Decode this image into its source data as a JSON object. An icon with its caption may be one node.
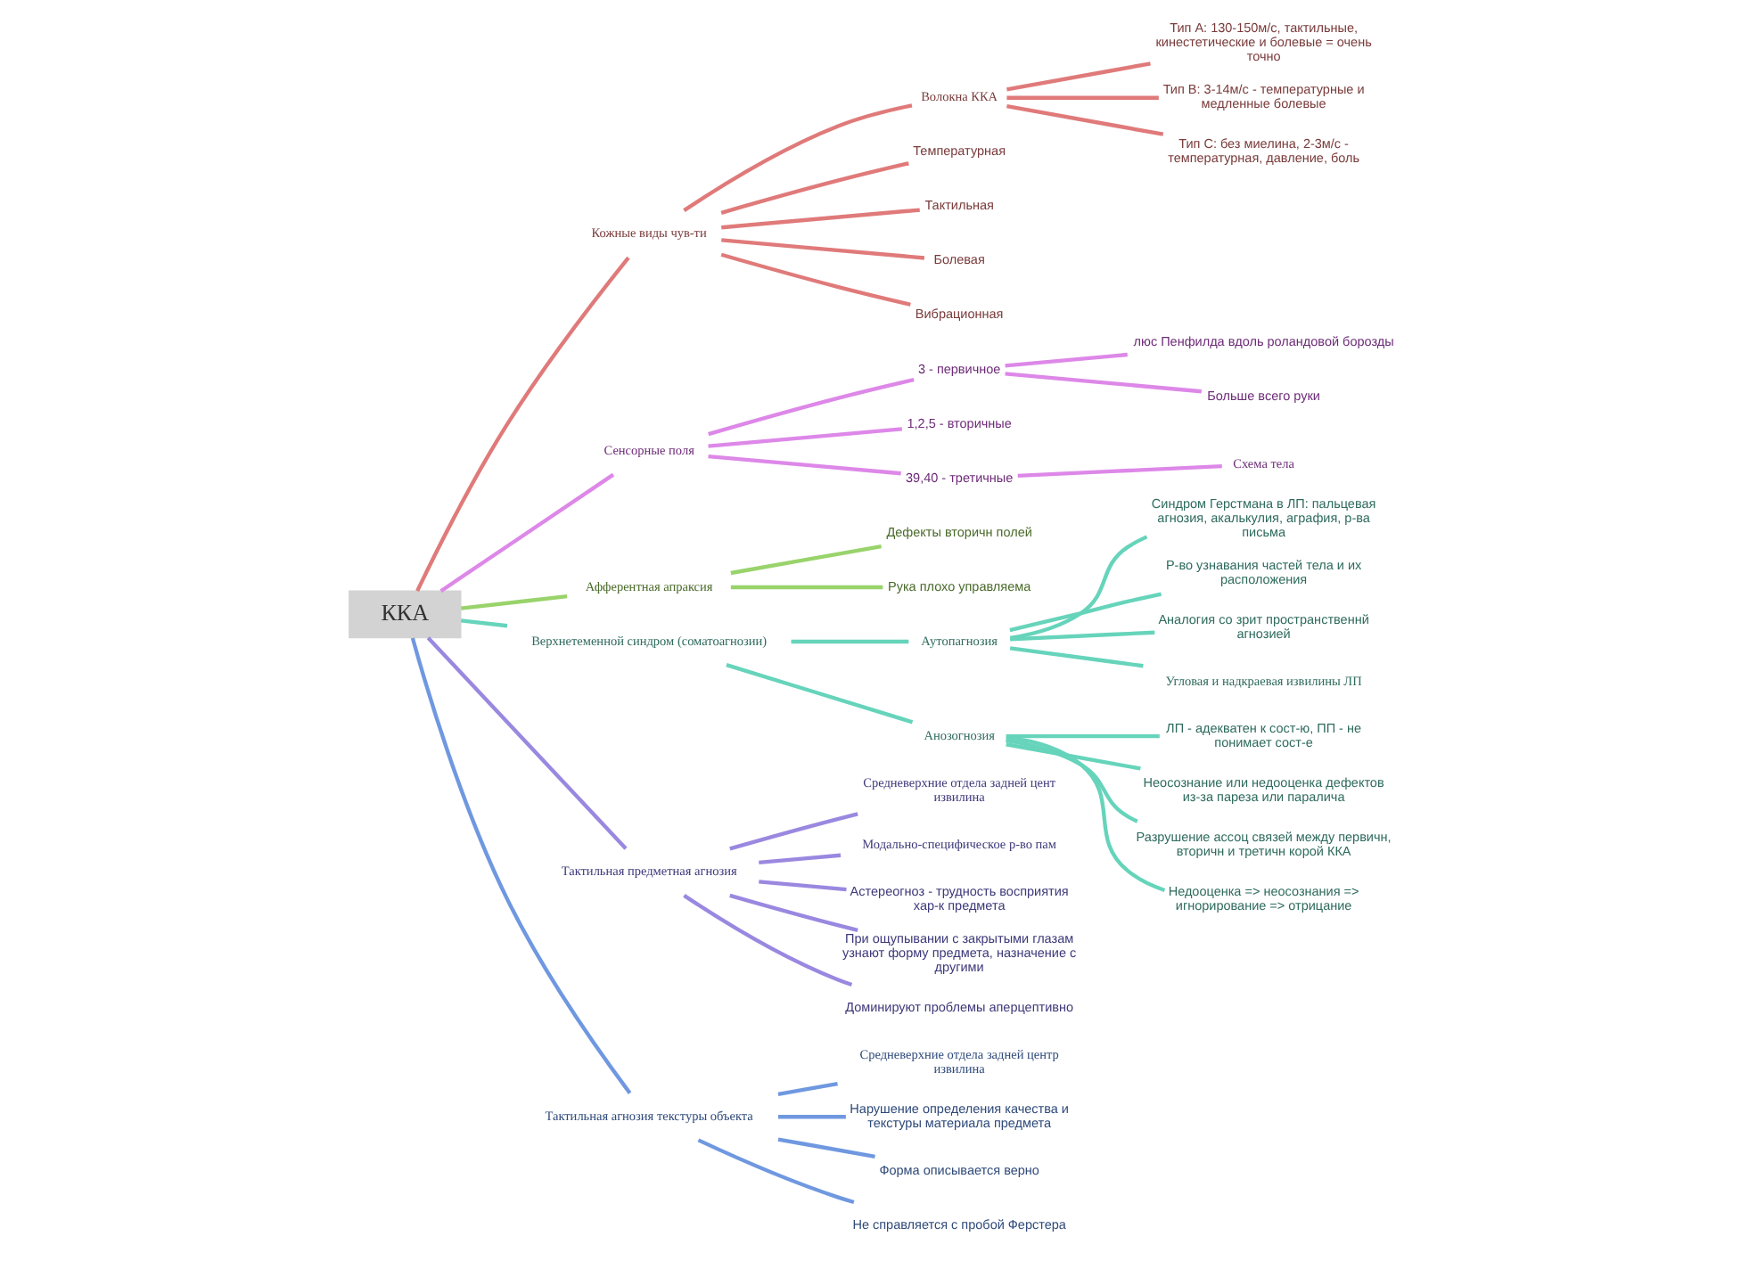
{
  "diagram": {
    "nodes": [
      {
        "text": [
          "ККА"
        ]
      },
      {
        "text": [
          "Кожные виды чув-ти"
        ]
      },
      {
        "text": [
          "Волокна ККА"
        ]
      },
      {
        "text": [
          "Тип А: 130-150м/с, тактильные, кинестетические и болевые = очень точно"
        ]
      },
      {
        "text": [
          "Тип B: 3-14м/с - температурные и медленные болевые"
        ]
      },
      {
        "text": [
          "Тип C: без миелина, 2-3м/с - температурная, давление, боль"
        ]
      },
      {
        "text": [
          "Температурная"
        ]
      },
      {
        "text": [
          "Тактильная"
        ]
      },
      {
        "text": [
          "Болевая"
        ]
      },
      {
        "text": [
          "Вибрационная"
        ]
      },
      {
        "text": [
          "Сенсорные поля"
        ]
      },
      {
        "text": [
          "3 - первичное"
        ]
      },
      {
        "text": [
          "люс Пенфилда вдоль роландовой борозды"
        ]
      },
      {
        "text": [
          "Больше всего руки"
        ]
      },
      {
        "text": [
          "1,2,5 - вторичные"
        ]
      },
      {
        "text": [
          "39,40 - третичные"
        ]
      },
      {
        "text": [
          "Схема тела"
        ]
      },
      {
        "text": [
          "Афферентная апраксия"
        ]
      },
      {
        "text": [
          "Дефекты вторичн полей"
        ]
      },
      {
        "text": [
          "Рука плохо управляема"
        ]
      },
      {
        "text": [
          "Верхнетеменной синдром (соматоагнозии)"
        ]
      },
      {
        "text": [
          "Аутопагнозия"
        ]
      },
      {
        "text": [
          "Синдром Герстмана в ЛП: пальцевая агнозия, акалькулия, аграфия, р-ва письма"
        ]
      },
      {
        "text": [
          "Р-во узнавания частей тела и их расположения"
        ]
      },
      {
        "text": [
          "Аналогия со зрит пространственнй агнозией"
        ]
      },
      {
        "text": [
          "Угловая и надкраевая извилины ЛП"
        ]
      },
      {
        "text": [
          "Анозогнозия"
        ]
      },
      {
        "text": [
          "ЛП - адекватен к сост-ю, ПП - не понимает сост-е"
        ]
      },
      {
        "text": [
          "Неосознание или недооценка дефектов из-за пареза или паралича"
        ]
      },
      {
        "text": [
          "Разрушение ассоц связей между первичн, вторичн и третичн корой ККА"
        ]
      },
      {
        "text": [
          "Недооценка => неосознания => игнорирование => отрицание"
        ]
      },
      {
        "text": [
          "Тактильная предметная агнозия"
        ]
      },
      {
        "text": [
          "Средневерхние отдела задней цент извилина"
        ]
      },
      {
        "text": [
          "Модально-специфическое р-во пам"
        ]
      },
      {
        "text": [
          "Астереогноз - трудность восприятия хар-к предмета"
        ]
      },
      {
        "text": [
          "При ощупывании с закрытыми глазам узнают форму предмета, назначение с другими"
        ]
      },
      {
        "text": [
          "Доминируют проблемы аперцептивно"
        ]
      },
      {
        "text": [
          "Тактильная агнозия текстуры объекта"
        ]
      },
      {
        "text": [
          "Средневерхние отдела задней центр извилина"
        ]
      },
      {
        "text": [
          "Нарушение определения качества и текстуры материала предмета"
        ]
      },
      {
        "text": [
          "Форма описывается верно"
        ]
      },
      {
        "text": [
          "Не справляется с пробой Ферстера"
        ]
      }
    ],
    "edges": [
      {
        "from": 0,
        "to": 1,
        "arrow": "none",
        "color": "#e07a7a"
      },
      {
        "from": 1,
        "to": 2,
        "arrow": "none",
        "color": "#e07a7a"
      },
      {
        "from": 2,
        "to": 3,
        "arrow": "none",
        "color": "#e07a7a"
      },
      {
        "from": 2,
        "to": 4,
        "arrow": "none",
        "color": "#e07a7a"
      },
      {
        "from": 2,
        "to": 5,
        "arrow": "none",
        "color": "#e07a7a"
      },
      {
        "from": 1,
        "to": 6,
        "arrow": "none",
        "color": "#e07a7a"
      },
      {
        "from": 1,
        "to": 7,
        "arrow": "none",
        "color": "#e07a7a"
      },
      {
        "from": 1,
        "to": 8,
        "arrow": "none",
        "color": "#e07a7a"
      },
      {
        "from": 1,
        "to": 9,
        "arrow": "none",
        "color": "#e07a7a"
      },
      {
        "from": 0,
        "to": 10,
        "arrow": "none",
        "color": "#dd88e8"
      },
      {
        "from": 10,
        "to": 11,
        "arrow": "none",
        "color": "#dd88e8"
      },
      {
        "from": 11,
        "to": 12,
        "arrow": "none",
        "color": "#dd88e8"
      },
      {
        "from": 11,
        "to": 13,
        "arrow": "none",
        "color": "#dd88e8"
      },
      {
        "from": 10,
        "to": 14,
        "arrow": "none",
        "color": "#dd88e8"
      },
      {
        "from": 10,
        "to": 15,
        "arrow": "none",
        "color": "#dd88e8"
      },
      {
        "from": 15,
        "to": 16,
        "arrow": "none",
        "color": "#dd88e8"
      },
      {
        "from": 0,
        "to": 17,
        "arrow": "none",
        "color": "#99d36b"
      },
      {
        "from": 17,
        "to": 18,
        "arrow": "none",
        "color": "#99d36b"
      },
      {
        "from": 17,
        "to": 19,
        "arrow": "none",
        "color": "#99d36b"
      },
      {
        "from": 0,
        "to": 20,
        "arrow": "none",
        "color": "#66d4bb"
      },
      {
        "from": 20,
        "to": 21,
        "arrow": "none",
        "color": "#66d4bb"
      },
      {
        "from": 21,
        "to": 22,
        "arrow": "none",
        "color": "#66d4bb"
      },
      {
        "from": 21,
        "to": 23,
        "arrow": "none",
        "color": "#66d4bb"
      },
      {
        "from": 21,
        "to": 24,
        "arrow": "none",
        "color": "#66d4bb"
      },
      {
        "from": 21,
        "to": 25,
        "arrow": "none",
        "color": "#66d4bb"
      },
      {
        "from": 20,
        "to": 26,
        "arrow": "none",
        "color": "#66d4bb"
      },
      {
        "from": 26,
        "to": 27,
        "arrow": "none",
        "color": "#66d4bb"
      },
      {
        "from": 26,
        "to": 28,
        "arrow": "none",
        "color": "#66d4bb"
      },
      {
        "from": 26,
        "to": 29,
        "arrow": "none",
        "color": "#66d4bb"
      },
      {
        "from": 26,
        "to": 30,
        "arrow": "none",
        "color": "#66d4bb"
      },
      {
        "from": 0,
        "to": 31,
        "arrow": "none",
        "color": "#9a88e0"
      },
      {
        "from": 31,
        "to": 32,
        "arrow": "none",
        "color": "#9a88e0"
      },
      {
        "from": 31,
        "to": 33,
        "arrow": "none",
        "color": "#9a88e0"
      },
      {
        "from": 31,
        "to": 34,
        "arrow": "none",
        "color": "#9a88e0"
      },
      {
        "from": 31,
        "to": 35,
        "arrow": "none",
        "color": "#9a88e0"
      },
      {
        "from": 31,
        "to": 36,
        "arrow": "none",
        "color": "#9a88e0"
      },
      {
        "from": 0,
        "to": 37,
        "arrow": "none",
        "color": "#6f98e0"
      },
      {
        "from": 37,
        "to": 38,
        "arrow": "none",
        "color": "#6f98e0"
      },
      {
        "from": 37,
        "to": 39,
        "arrow": "none",
        "color": "#6f98e0"
      },
      {
        "from": 37,
        "to": 40,
        "arrow": "none",
        "color": "#6f98e0"
      },
      {
        "from": 37,
        "to": 41,
        "arrow": "none",
        "color": "#6f98e0"
      }
    ]
  }
}
